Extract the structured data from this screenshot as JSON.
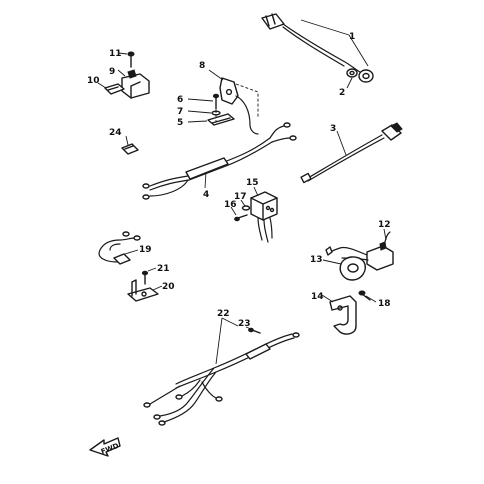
{
  "callouts": {
    "c1": "1",
    "c2": "2",
    "c3": "3",
    "c4": "4",
    "c5": "5",
    "c6": "6",
    "c7": "7",
    "c8": "8",
    "c9": "9",
    "c10": "10",
    "c11": "11",
    "c12": "12",
    "c13": "13",
    "c14": "14",
    "c15": "15",
    "c16": "16",
    "c17": "17",
    "c18": "18",
    "c19": "19",
    "c20": "20",
    "c21": "21",
    "c22": "22",
    "c23": "23",
    "c24": "24"
  },
  "fwd_label": "FWD",
  "colors": {
    "line": "#1a1a1a",
    "background": "#ffffff"
  }
}
